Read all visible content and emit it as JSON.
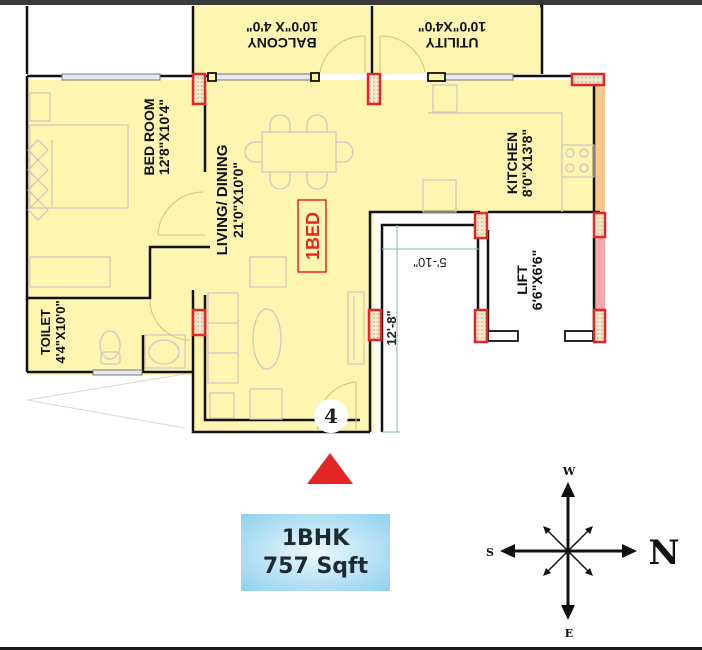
{
  "plan": {
    "unit_number": "4",
    "tag": "1BED",
    "rooms": [
      {
        "id": "balcony",
        "name": "BALCONY",
        "size": "10'0\"X 4'0\""
      },
      {
        "id": "utility",
        "name": "UTILITY",
        "size": "10'0\"X4'0\""
      },
      {
        "id": "bedroom",
        "name": "BED ROOM",
        "size": "12'8\"X10'4\""
      },
      {
        "id": "living",
        "name": "LIVING/ DINING",
        "size": "21'0\"X10'0\""
      },
      {
        "id": "kitchen",
        "name": "KITCHEN",
        "size": "8'0\"X13'8\""
      },
      {
        "id": "lift",
        "name": "LIFT",
        "size": "6'6\"X6'6\""
      },
      {
        "id": "toilet",
        "name": "TOILET",
        "size": "4'4\"X10'0\""
      }
    ],
    "dimensions": {
      "lobby_width": "5'-10\"",
      "lobby_length": "12'-8\""
    },
    "colors": {
      "floor": "#fdf5b0",
      "wall": "#111111",
      "column": "#e32626",
      "entry_arrow": "#e32626",
      "shaft": "#f7a7b0"
    }
  },
  "summary": {
    "type": "1BHK",
    "area": "757 Sqft"
  },
  "compass": {
    "north": "N",
    "south": "S",
    "east": "E",
    "west": "W"
  }
}
